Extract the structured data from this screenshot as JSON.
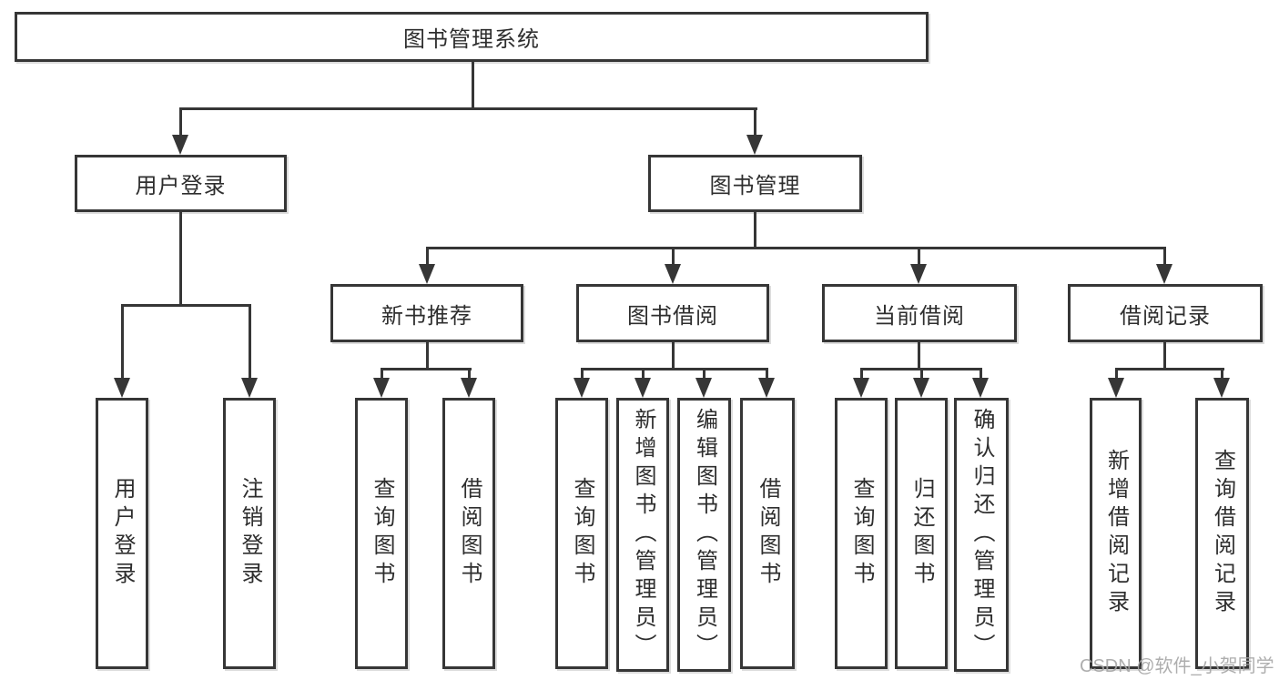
{
  "diagram": {
    "title": "图书管理系统",
    "type": "functional-structure-tree",
    "watermark": "CSDN @软件_小贺同学",
    "colors": {
      "background": "#ffffff",
      "line": "#363636",
      "box_border": "#363636",
      "text": "#2e2e2e",
      "watermark_text": "#a6a6a6"
    }
  },
  "nodes": [
    {
      "id": "root",
      "label": "图书管理系统"
    },
    {
      "id": "user-login",
      "label": "用户登录"
    },
    {
      "id": "book-management",
      "label": "图书管理"
    },
    {
      "id": "new-book-recommend",
      "label": "新书推荐"
    },
    {
      "id": "book-borrow",
      "label": "图书借阅"
    },
    {
      "id": "current-borrow",
      "label": "当前借阅"
    },
    {
      "id": "borrow-records",
      "label": "借阅记录"
    },
    {
      "id": "leaf-user-login",
      "label": "用户登录"
    },
    {
      "id": "leaf-logout",
      "label": "注销登录"
    },
    {
      "id": "leaf-query-book-recommend",
      "label": "查询图书"
    },
    {
      "id": "leaf-borrow-book-recommend",
      "label": "借阅图书"
    },
    {
      "id": "leaf-query-book-borrow",
      "label": "查询图书"
    },
    {
      "id": "leaf-add-book-admin",
      "label": "新增图书（管理员）"
    },
    {
      "id": "leaf-edit-book-admin",
      "label": "编辑图书（管理员）"
    },
    {
      "id": "leaf-borrow-book-borrow",
      "label": "借阅图书"
    },
    {
      "id": "leaf-query-book-current",
      "label": "查询图书"
    },
    {
      "id": "leaf-return-book",
      "label": "归还图书"
    },
    {
      "id": "leaf-confirm-return-admin",
      "label": "确认归还（管理员）"
    },
    {
      "id": "leaf-add-borrow-record",
      "label": "新增借阅记录"
    },
    {
      "id": "leaf-query-borrow-record",
      "label": "查询借阅记录"
    }
  ],
  "hierarchy": {
    "图书管理系统": {
      "用户登录": [
        "用户登录",
        "注销登录"
      ],
      "图书管理": {
        "新书推荐": [
          "查询图书",
          "借阅图书"
        ],
        "图书借阅": [
          "查询图书",
          "新增图书（管理员）",
          "编辑图书（管理员）",
          "借阅图书"
        ],
        "当前借阅": [
          "查询图书",
          "归还图书",
          "确认归还（管理员）"
        ],
        "借阅记录": [
          "新增借阅记录",
          "查询借阅记录"
        ]
      }
    }
  }
}
